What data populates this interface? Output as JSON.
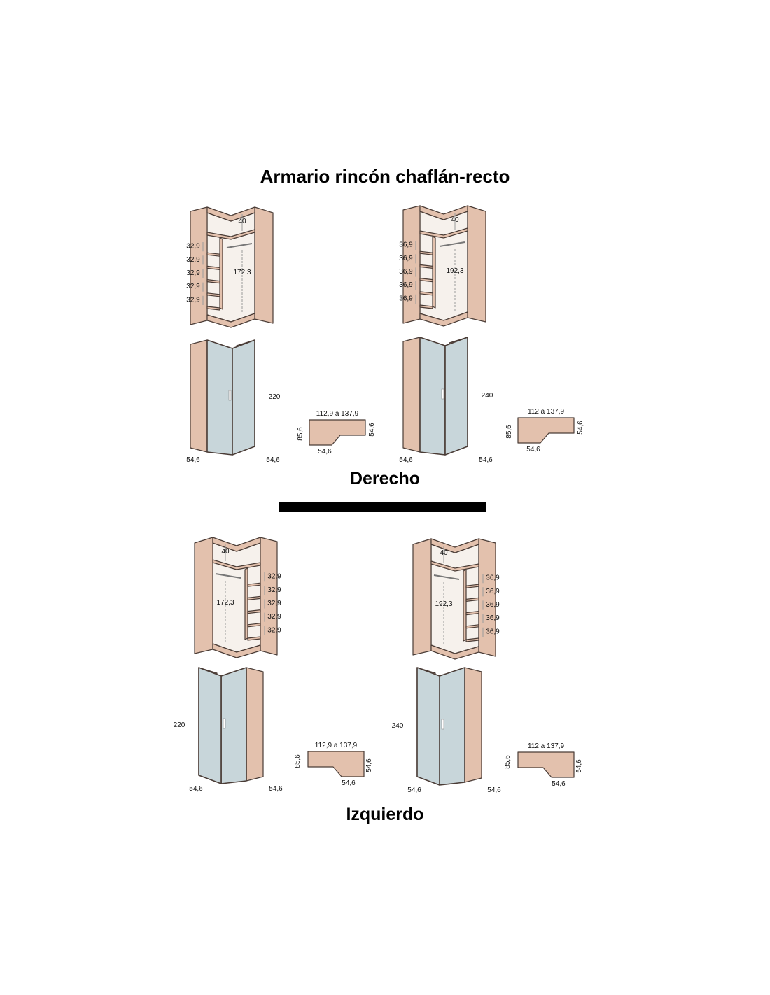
{
  "title": "Armario rincón chaflán-recto",
  "sections": {
    "derecho": "Derecho",
    "izquierdo": "Izquierdo"
  },
  "colors": {
    "panel": "#e3c1ad",
    "panel_stroke": "#4a3c36",
    "interior": "#f6f1ec",
    "door": "#c8d6da",
    "dimension": "#9a9a9a"
  },
  "wardrobes": [
    {
      "id": "derecho-220",
      "side": "derecho",
      "top_space": "40",
      "hanging_height": "172,3",
      "shelf_spacings": [
        "32,9",
        "32,9",
        "32,9",
        "32,9",
        "32,9"
      ],
      "height": "220",
      "depth_left": "54,6",
      "depth_right": "54,6",
      "plan_width": "112,9 a 137,9",
      "plan_side_a": "85,6",
      "plan_side_b": "54,6",
      "plan_bottom": "54,6"
    },
    {
      "id": "derecho-240",
      "side": "derecho",
      "top_space": "40",
      "hanging_height": "192,3",
      "shelf_spacings": [
        "36,9",
        "36,9",
        "36,9",
        "36,9",
        "36,9"
      ],
      "height": "240",
      "depth_left": "54,6",
      "depth_right": "54,6",
      "plan_width": "112 a 137,9",
      "plan_side_a": "85,6",
      "plan_side_b": "54,6",
      "plan_bottom": "54,6"
    },
    {
      "id": "izquierdo-220",
      "side": "izquierdo",
      "top_space": "40",
      "hanging_height": "172,3",
      "shelf_spacings": [
        "32,9",
        "32,9",
        "32,9",
        "32,9",
        "32,9"
      ],
      "height": "220",
      "depth_left": "54,6",
      "depth_right": "54,6",
      "plan_width": "112,9 a 137,9",
      "plan_side_a": "54,6",
      "plan_side_b": "85,6",
      "plan_bottom": "54,6"
    },
    {
      "id": "izquierdo-240",
      "side": "izquierdo",
      "top_space": "40",
      "hanging_height": "192,3",
      "shelf_spacings": [
        "36,9",
        "36,9",
        "36,9",
        "36,9",
        "36,9"
      ],
      "height": "240",
      "depth_left": "54,6",
      "depth_right": "54,6",
      "plan_width": "112 a 137,9",
      "plan_side_a": "54,6",
      "plan_side_b": "85,6",
      "plan_bottom": "54,6"
    }
  ]
}
